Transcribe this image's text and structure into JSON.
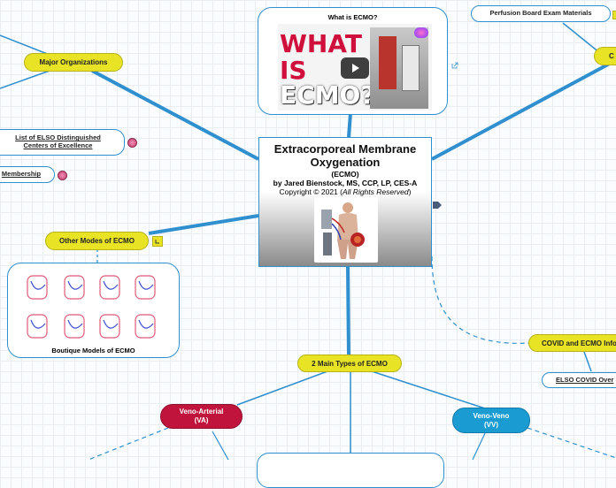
{
  "center": {
    "title": "Extracorporeal Membrane Oxygenation",
    "abbr": "(ECMO)",
    "author": "by Jared Bienstock, MS, CCP, LP, CES-A",
    "copyright_prefix": "Copyright © 2021",
    "copyright_rights": "All Rights Reserved"
  },
  "video": {
    "label": "What is ECMO?",
    "thumb_line1": "WHAT",
    "thumb_line2": "IS",
    "thumb_line3": "ECMO?"
  },
  "nodes": {
    "major_orgs": "Major Organizations",
    "elso_list_line1": "List of ELSO Distinguished",
    "elso_list_line2": "Centers of Excellence",
    "membership": "Membership",
    "other_modes": "Other Modes of ECMO",
    "boutique": "Boutique Models of ECMO",
    "perfusion_board": "Perfusion Board Exam Materials",
    "main_types": "2 Main Types of ECMO",
    "va_line1": "Veno-Arterial",
    "va_line2": "(VA)",
    "vv_line1": "Veno-Veno",
    "vv_line2": "(VV)",
    "covid": "COVID and ECMO Info",
    "elso_covid": "ELSO COVID Over"
  },
  "colors": {
    "link_blue": "#2f8fcf",
    "node_yellow": "#e8e425",
    "va_red": "#c0143c",
    "vv_blue": "#1a9bd1"
  }
}
